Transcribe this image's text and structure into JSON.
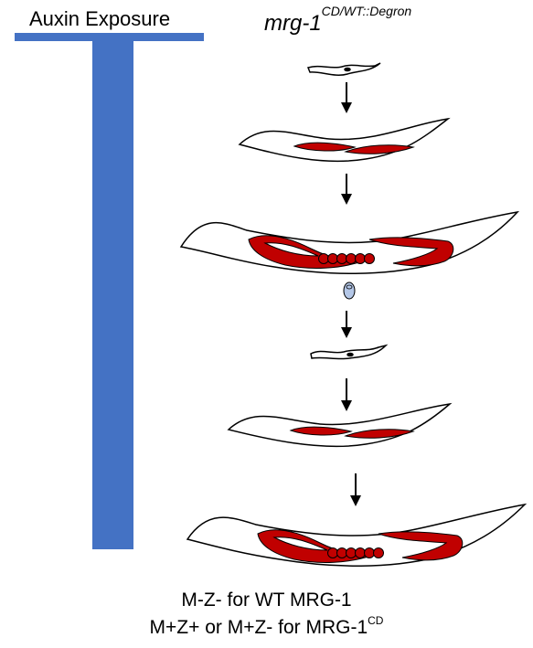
{
  "auxin": {
    "label": "Auxin Exposure",
    "bar_color": "#4472C4"
  },
  "strain": {
    "gene": "mrg-1",
    "superscript": "CD/WT::Degron"
  },
  "colors": {
    "gonad": "#C00000",
    "worm_outline": "#000000",
    "embryo": "#B4C7E7",
    "arrow": "#000000"
  },
  "stages": [
    "early-larva",
    "late-larva",
    "adult-with-embryos",
    "embryo",
    "early-larva-next-gen",
    "late-larva-next-gen",
    "adult-next-gen"
  ],
  "caption": {
    "line1": "M-Z- for WT MRG-1",
    "line2_base": "M+Z+ or M+Z- for MRG-1",
    "line2_sup": "CD"
  }
}
